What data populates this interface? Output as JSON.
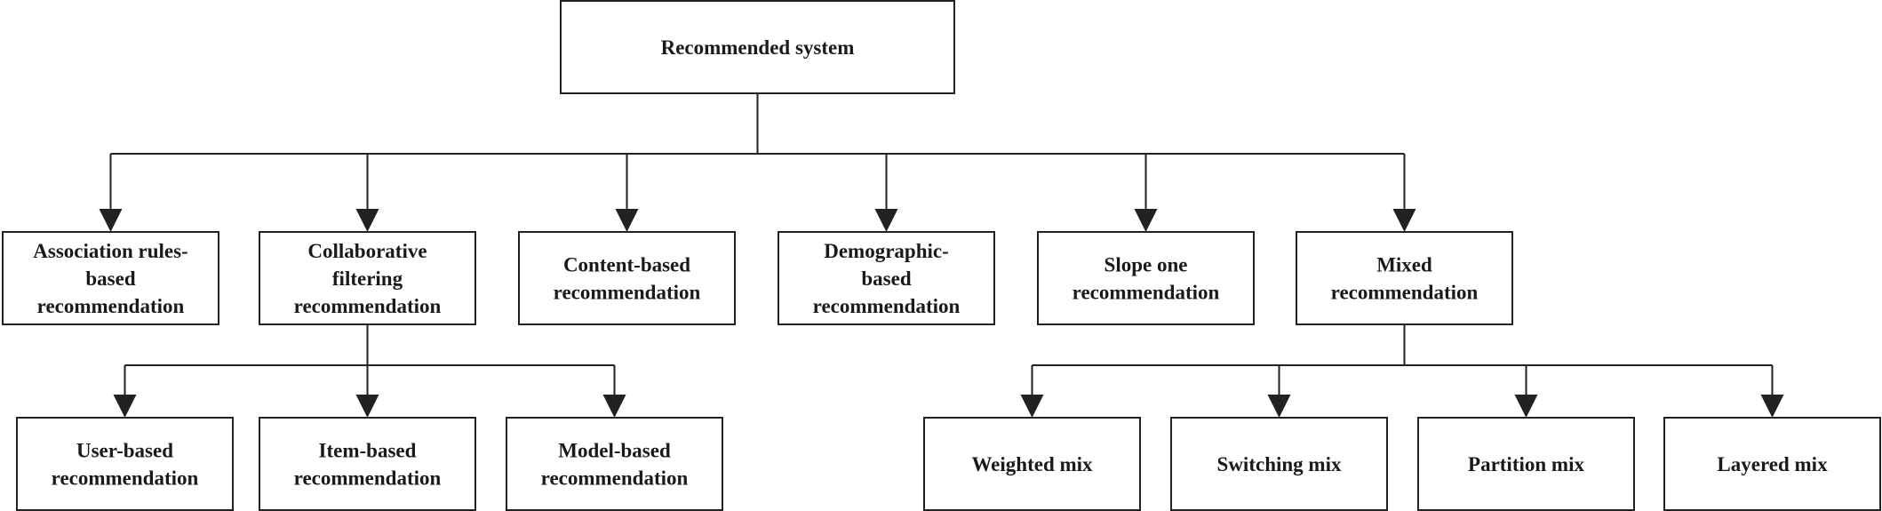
{
  "diagram": {
    "root": {
      "id": "root",
      "lines": [
        "Recommended system"
      ]
    },
    "categories": [
      {
        "id": "association",
        "lines": [
          "Association rules-",
          "based",
          "recommendation"
        ]
      },
      {
        "id": "collaborative",
        "lines": [
          "Collaborative",
          "filtering",
          "recommendation"
        ]
      },
      {
        "id": "content",
        "lines": [
          "Content-based",
          "recommendation"
        ]
      },
      {
        "id": "demographic",
        "lines": [
          "Demographic-",
          "based",
          "recommendation"
        ]
      },
      {
        "id": "slope-one",
        "lines": [
          "Slope one",
          "recommendation"
        ]
      },
      {
        "id": "mixed",
        "lines": [
          "Mixed",
          "recommendation"
        ]
      }
    ],
    "collaborative_children": [
      {
        "id": "user-based",
        "lines": [
          "User-based",
          "recommendation"
        ]
      },
      {
        "id": "item-based",
        "lines": [
          "Item-based",
          "recommendation"
        ]
      },
      {
        "id": "model-based",
        "lines": [
          "Model-based",
          "recommendation"
        ]
      }
    ],
    "mixed_children": [
      {
        "id": "weighted-mix",
        "lines": [
          "Weighted mix"
        ]
      },
      {
        "id": "switching-mix",
        "lines": [
          "Switching mix"
        ]
      },
      {
        "id": "partition-mix",
        "lines": [
          "Partition mix"
        ]
      },
      {
        "id": "layered-mix",
        "lines": [
          "Layered mix"
        ]
      }
    ]
  }
}
